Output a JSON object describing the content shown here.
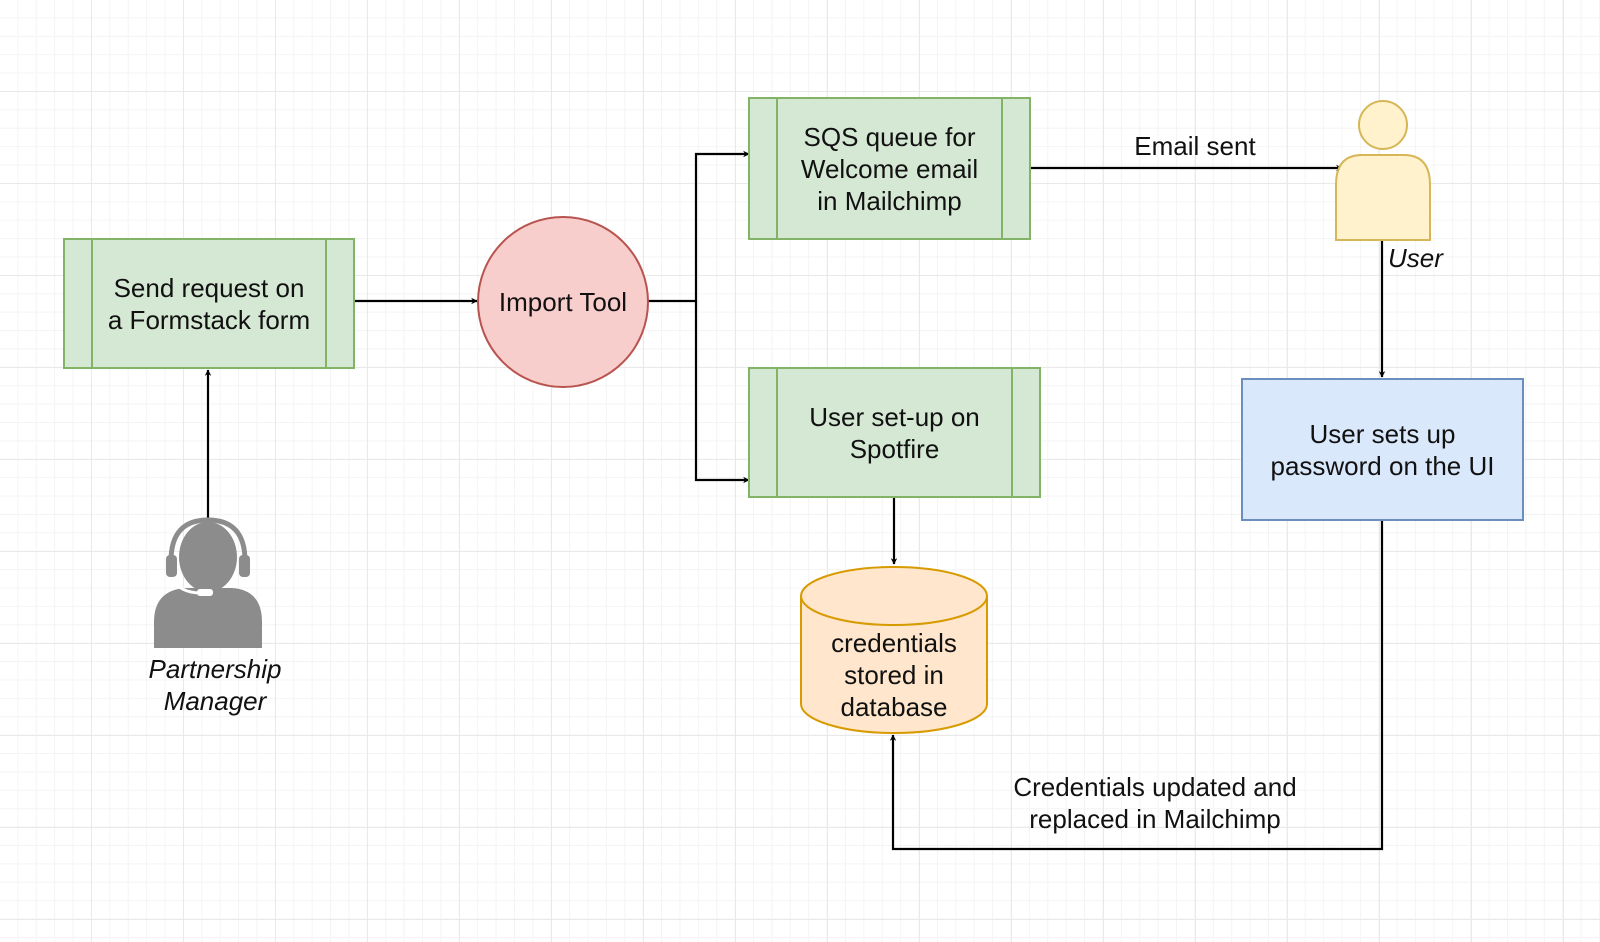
{
  "nodes": {
    "formstack": {
      "label": "Send request on\na Formstack form",
      "fill": "#d5e8d4",
      "stroke": "#82b366"
    },
    "import_tool": {
      "label": "Import Tool",
      "fill": "#f8cecc",
      "stroke": "#b85450"
    },
    "sqs_queue": {
      "label": "SQS queue for\nWelcome email\nin Mailchimp",
      "fill": "#d5e8d4",
      "stroke": "#82b366"
    },
    "spotfire": {
      "label": "User set-up on\nSpotfire",
      "fill": "#d5e8d4",
      "stroke": "#82b366"
    },
    "database": {
      "label": "credentials\nstored in\ndatabase",
      "fill": "#ffe6cc",
      "stroke": "#d79b00"
    },
    "user": {
      "label": "User",
      "fill": "#fff2cc",
      "stroke": "#d6b656"
    },
    "password_ui": {
      "label": "User sets up\npassword on the UI",
      "fill": "#dae8fc",
      "stroke": "#6c8ebf"
    },
    "partnership_manager": {
      "label": "Partnership\nManager",
      "fill": "#8c8c8c"
    }
  },
  "edges": {
    "email_sent": {
      "label": "Email sent"
    },
    "credentials_updated": {
      "label": "Credentials updated and\nreplaced in Mailchimp"
    }
  },
  "colors": {
    "edge": "#000000"
  }
}
